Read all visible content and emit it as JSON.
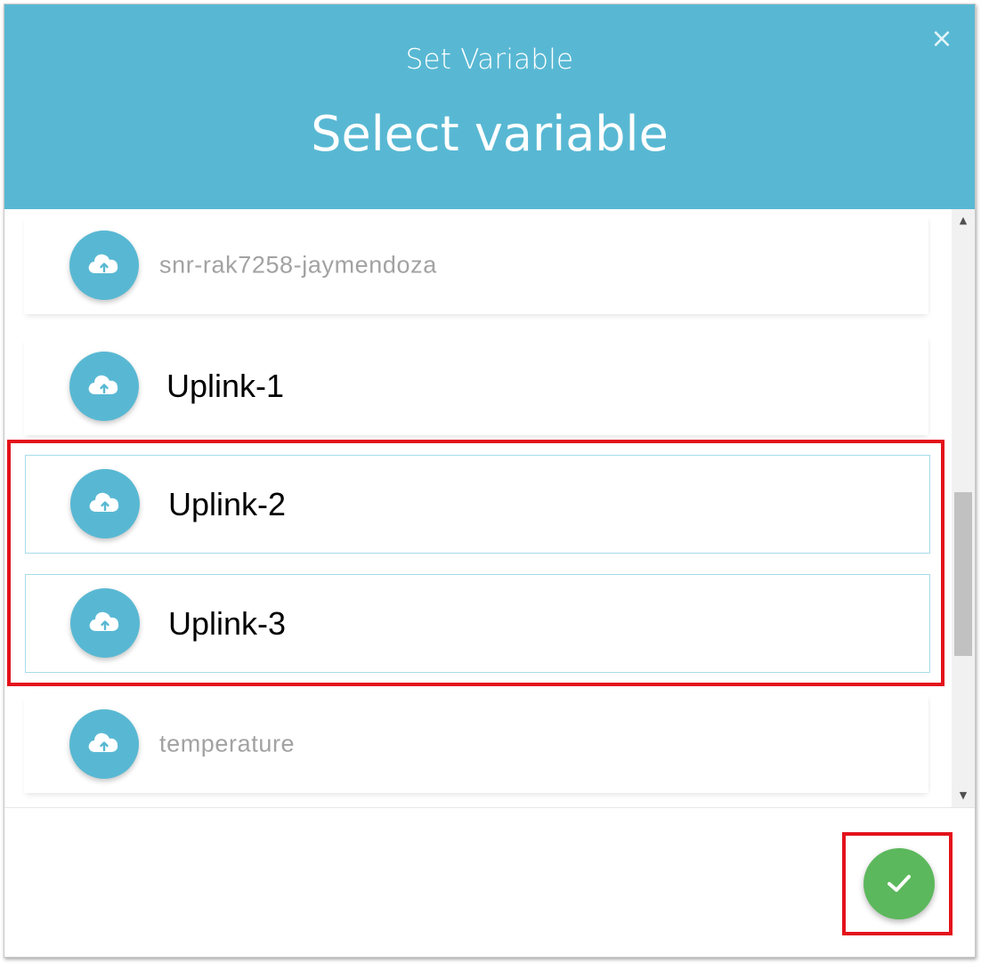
{
  "dialog": {
    "subtitle": "Set Variable",
    "title": "Select variable",
    "close_symbol": "×"
  },
  "variables": [
    {
      "label": "snr-rak7258-jaymendoza",
      "selected": false,
      "icon": "cloud-upload-icon"
    },
    {
      "label": "Uplink-1",
      "selected": false,
      "icon": "cloud-upload-icon"
    },
    {
      "label": "Uplink-2",
      "selected": true,
      "icon": "cloud-upload-icon"
    },
    {
      "label": "Uplink-3",
      "selected": true,
      "icon": "cloud-upload-icon"
    },
    {
      "label": "temperature",
      "selected": false,
      "icon": "cloud-upload-icon"
    }
  ],
  "scrollbar": {
    "up_symbol": "▲",
    "down_symbol": "▼"
  },
  "confirm": {
    "icon": "check-icon"
  },
  "colors": {
    "header": "#58b8d3",
    "icon_circle": "#58b8d3",
    "confirm": "#5cb85c",
    "highlight": "#e3121b",
    "muted_text": "#a2a2a2"
  }
}
